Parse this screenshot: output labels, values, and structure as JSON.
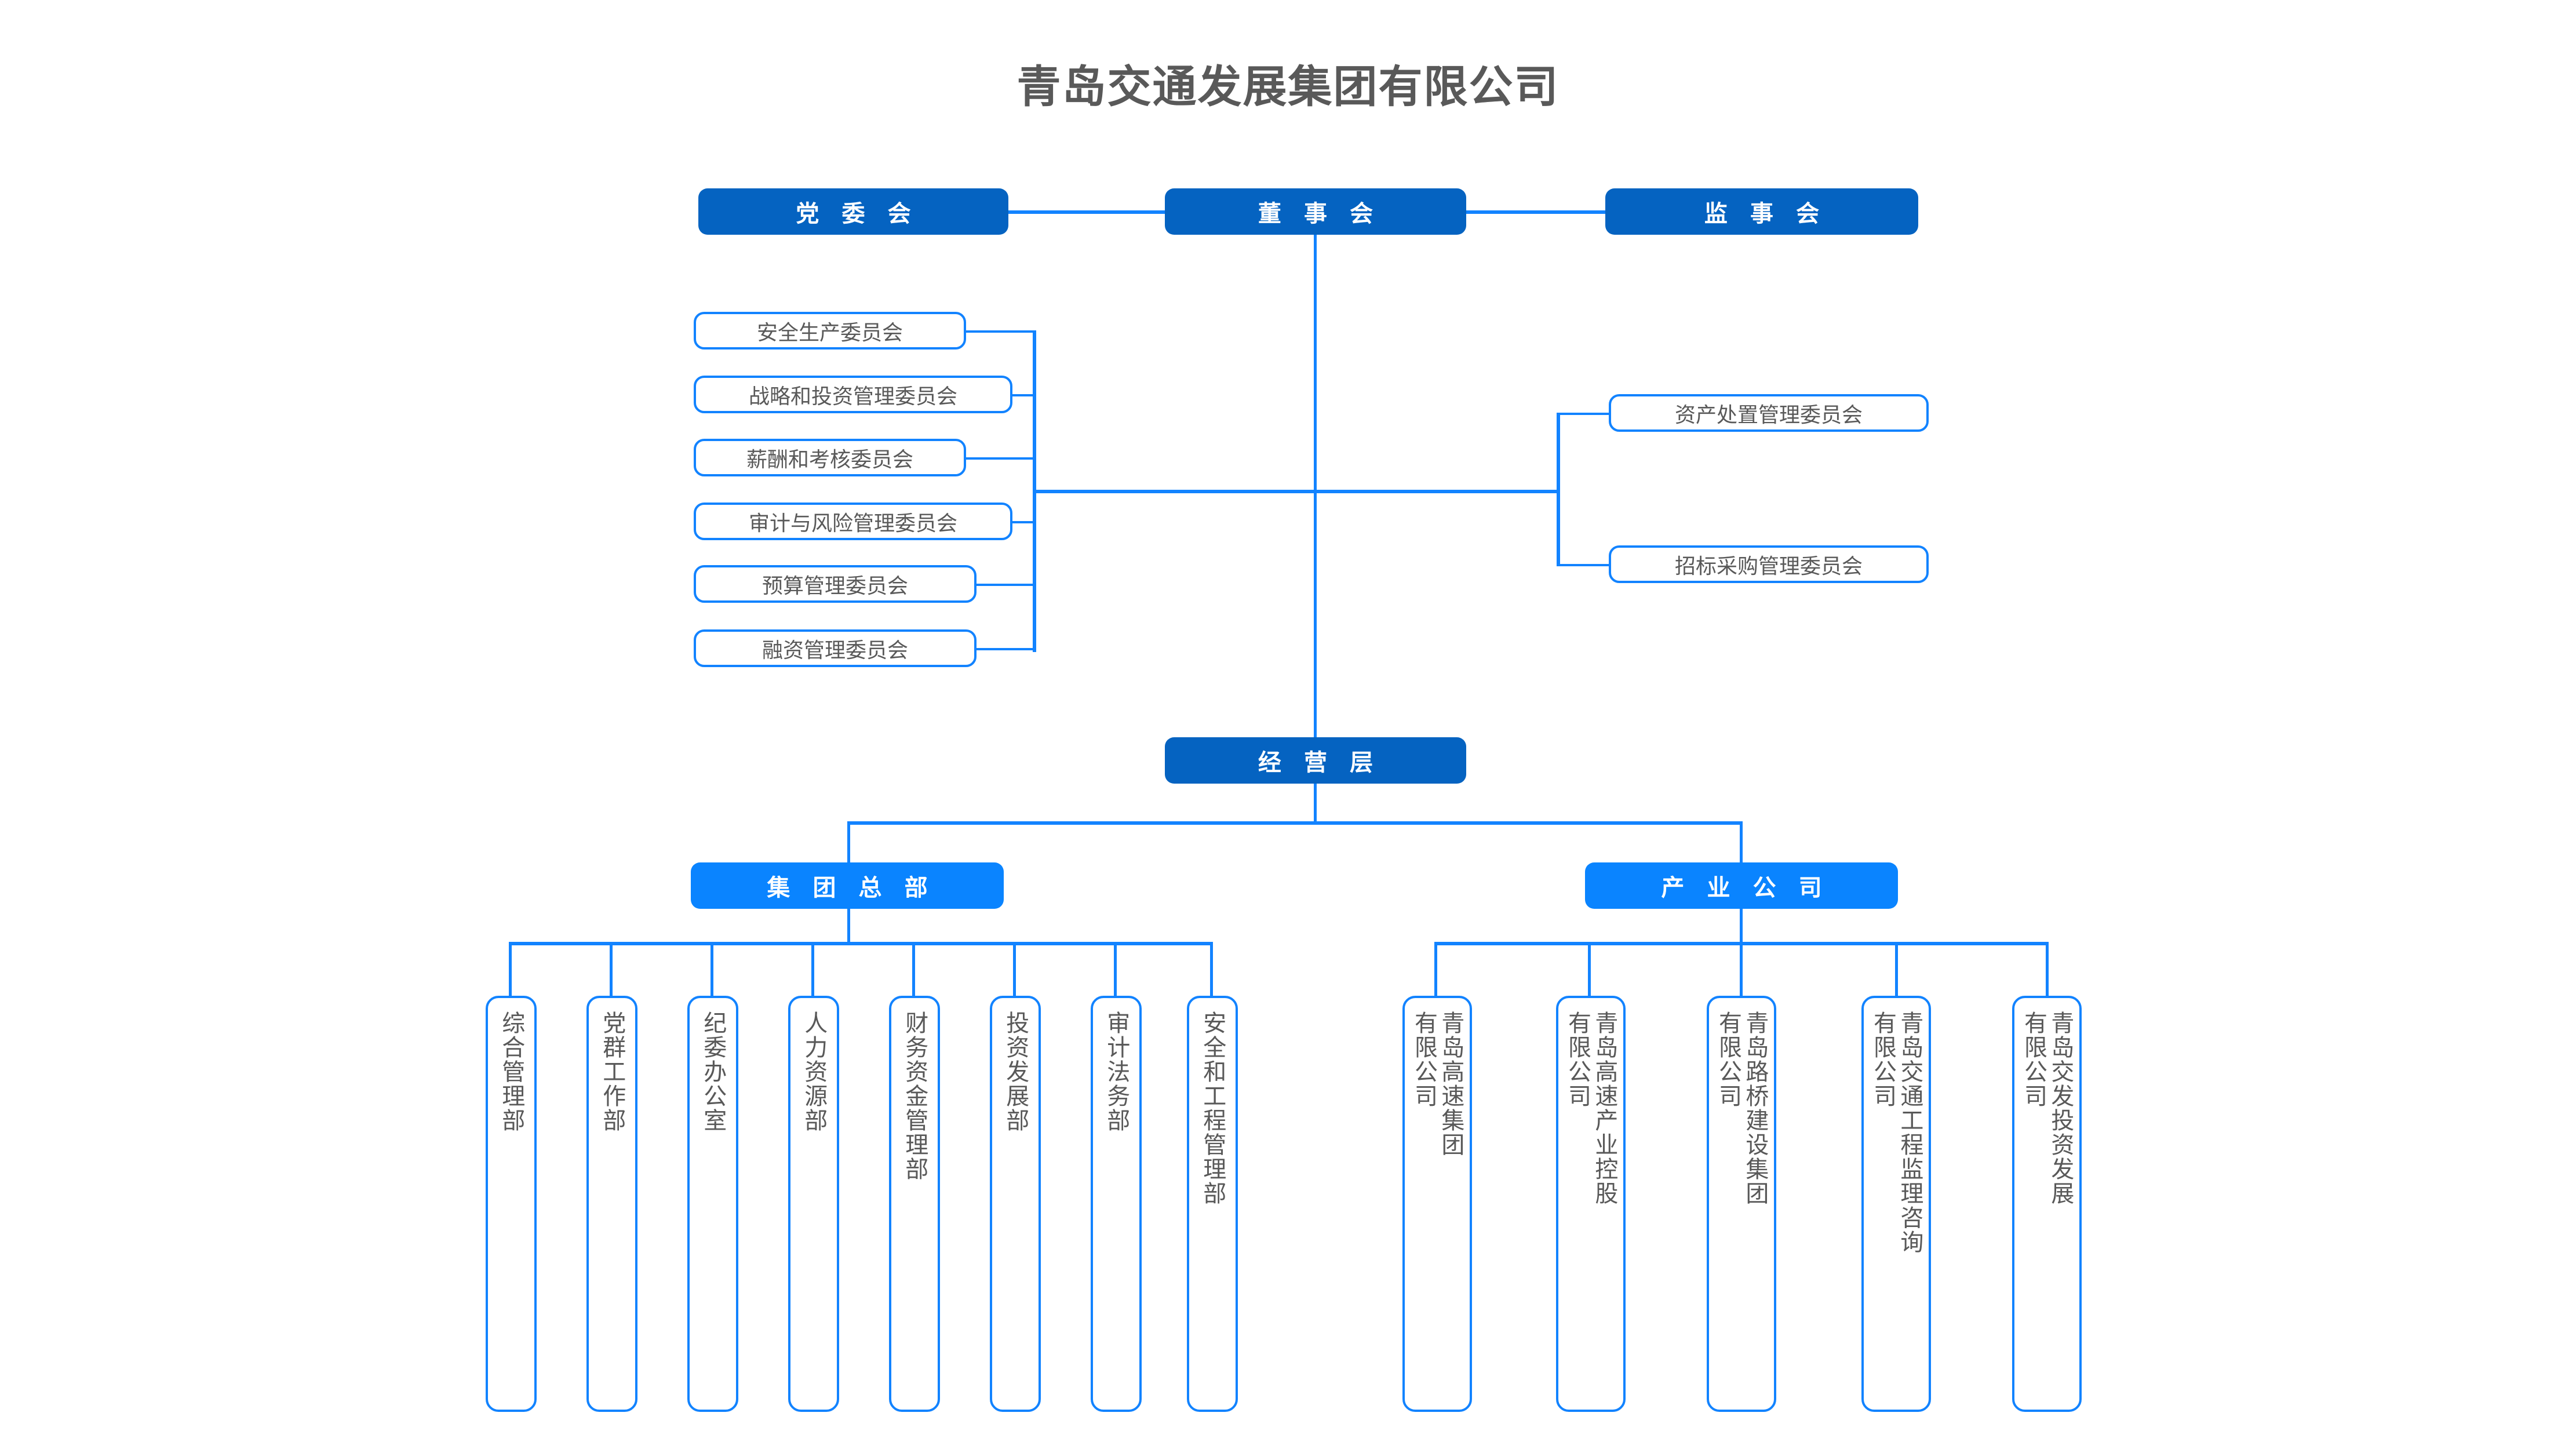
{
  "title": "青岛交通发展集团有限公司",
  "colors": {
    "dark_blue": "#0563C1",
    "bright_blue": "#0A84FF",
    "line_blue": "#1283FF",
    "text_gray": "#595959",
    "background": "#FFFFFF"
  },
  "governance": {
    "party_committee": "党 委 会",
    "board_of_directors": "董 事 会",
    "board_of_supervisors": "监 事 会"
  },
  "left_committees": [
    {
      "label": "安全生产委员会"
    },
    {
      "label": "战略和投资管理委员会"
    },
    {
      "label": "薪酬和考核委员会"
    },
    {
      "label": "审计与风险管理委员会"
    },
    {
      "label": "预算管理委员会"
    },
    {
      "label": "融资管理委员会"
    }
  ],
  "right_committees": [
    {
      "label": "资产处置管理委员会"
    },
    {
      "label": "招标采购管理委员会"
    }
  ],
  "management": {
    "operating_layer": "经 营 层",
    "group_headquarters": "集 团 总 部",
    "industrial_companies": "产 业 公 司"
  },
  "departments": [
    {
      "label": "综合管理部"
    },
    {
      "label": "党群工作部"
    },
    {
      "label": "纪委办公室"
    },
    {
      "label": "人力资源部"
    },
    {
      "label": "财务资金管理部"
    },
    {
      "label": "投资发展部"
    },
    {
      "label": "审计法务部"
    },
    {
      "label": "安全和工程管理部"
    }
  ],
  "subsidiaries": [
    {
      "col_right": "有限公司",
      "col_left": "青岛高速集团"
    },
    {
      "col_right": "有限公司",
      "col_left": "青岛高速产业控股"
    },
    {
      "col_right": "有限公司",
      "col_left": "青岛路桥建设集团"
    },
    {
      "col_right": "有限公司",
      "col_left": "青岛交通工程监理咨询"
    },
    {
      "col_right": "有限公司",
      "col_left": "青岛交发投资发展"
    }
  ]
}
